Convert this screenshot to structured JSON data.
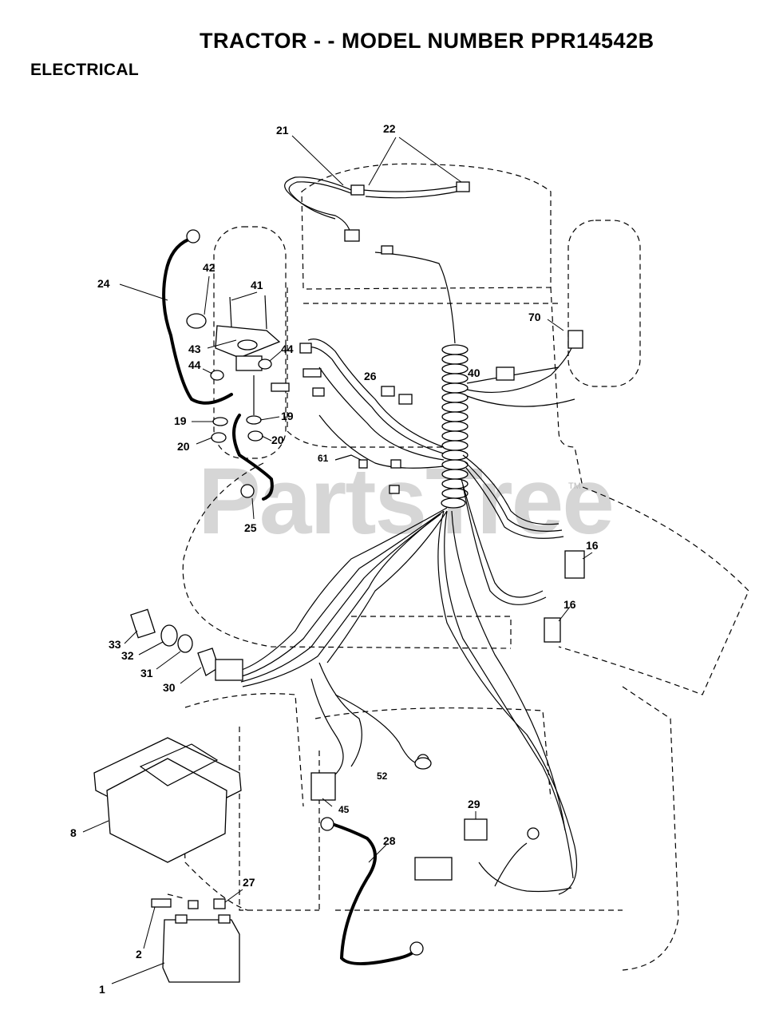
{
  "header": {
    "title": "TRACTOR - - MODEL NUMBER PPR14542B",
    "section": "ELECTRICAL"
  },
  "watermark": {
    "text": "PartsTree",
    "mark": "TM"
  },
  "callouts": [
    {
      "id": "c21",
      "text": "21"
    },
    {
      "id": "c22",
      "text": "22"
    },
    {
      "id": "c24",
      "text": "24"
    },
    {
      "id": "c42",
      "text": "42"
    },
    {
      "id": "c41",
      "text": "41"
    },
    {
      "id": "c43",
      "text": "43"
    },
    {
      "id": "c44a",
      "text": "44"
    },
    {
      "id": "c44b",
      "text": "44"
    },
    {
      "id": "c19a",
      "text": "19"
    },
    {
      "id": "c19b",
      "text": "19"
    },
    {
      "id": "c20a",
      "text": "20"
    },
    {
      "id": "c20b",
      "text": "20"
    },
    {
      "id": "c25",
      "text": "25"
    },
    {
      "id": "c61",
      "text": "61"
    },
    {
      "id": "c26",
      "text": "26"
    },
    {
      "id": "c40",
      "text": "40"
    },
    {
      "id": "c70",
      "text": "70"
    },
    {
      "id": "c16a",
      "text": "16"
    },
    {
      "id": "c16b",
      "text": "16"
    },
    {
      "id": "c33",
      "text": "33"
    },
    {
      "id": "c32",
      "text": "32"
    },
    {
      "id": "c31",
      "text": "31"
    },
    {
      "id": "c30",
      "text": "30"
    },
    {
      "id": "c52",
      "text": "52"
    },
    {
      "id": "c45",
      "text": "45"
    },
    {
      "id": "c29",
      "text": "29"
    },
    {
      "id": "c28",
      "text": "28"
    },
    {
      "id": "c8",
      "text": "8"
    },
    {
      "id": "c27",
      "text": "27"
    },
    {
      "id": "c2",
      "text": "2"
    },
    {
      "id": "c1",
      "text": "1"
    }
  ]
}
